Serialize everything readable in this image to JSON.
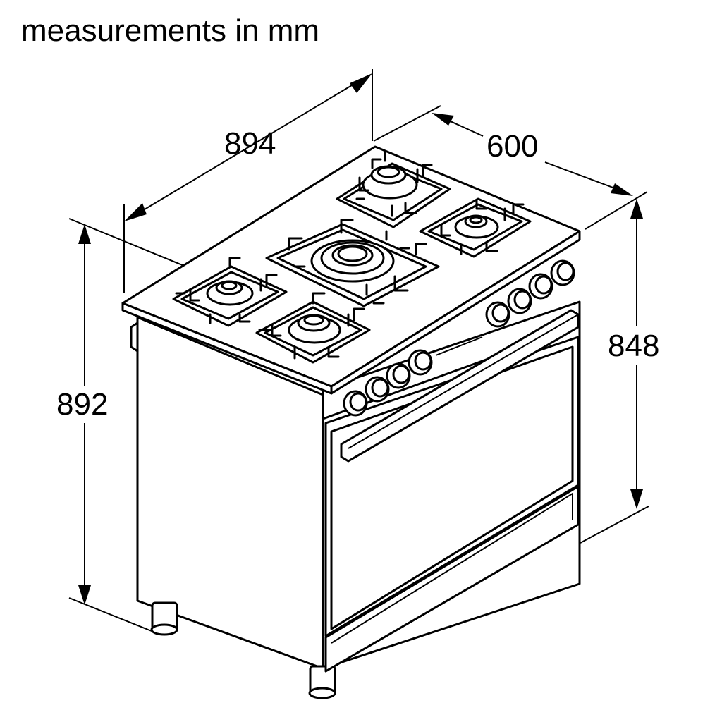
{
  "caption": "measurements in mm",
  "dimensions": {
    "width": "894",
    "depth": "600",
    "height_with_hob": "892",
    "height_body": "848"
  },
  "colors": {
    "line": "#000000",
    "background": "#ffffff"
  }
}
